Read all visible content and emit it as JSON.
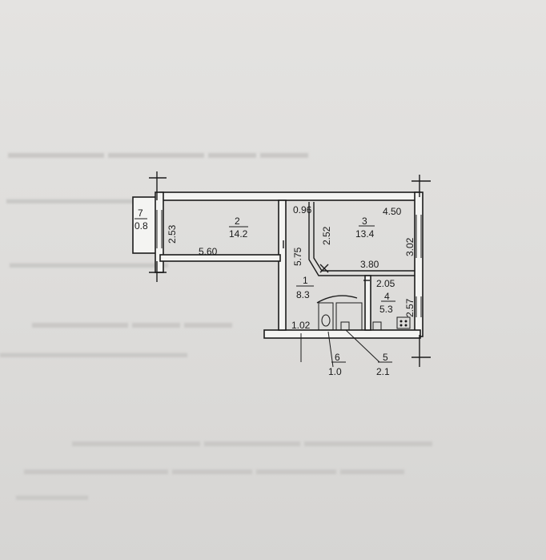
{
  "rooms": {
    "r7": {
      "num": "7",
      "area": "0.8",
      "dim": "2.53"
    },
    "r2": {
      "num": "2",
      "area": "14.2",
      "dim_w": "5.60",
      "dim_h": "5.75"
    },
    "r3": {
      "num": "3",
      "area": "13.4",
      "dim_top": "4.50",
      "dim_left": "2.52",
      "dim_bottom": "3.80",
      "dim_right": "3.02"
    },
    "r1": {
      "num": "1",
      "area": "8.3",
      "dim": "0.96"
    },
    "r4": {
      "num": "4",
      "area": "5.3",
      "dim_top": "2.05",
      "dim_right": "2.57"
    },
    "r6": {
      "num": "6",
      "area": "1.0",
      "dim": "1.02"
    },
    "r5": {
      "num": "5",
      "area": "2.1"
    }
  }
}
